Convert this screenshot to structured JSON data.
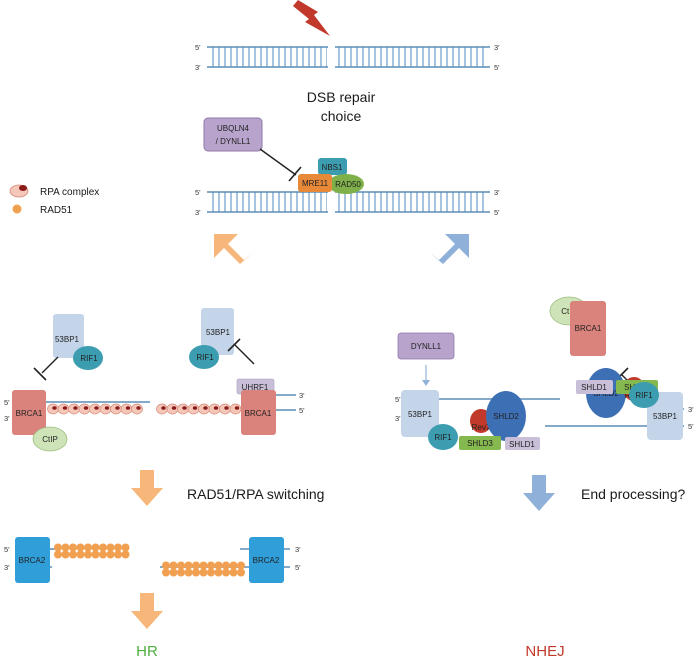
{
  "title": {
    "line1": "DSB repair",
    "line2": "choice"
  },
  "legend": {
    "rpa": "RPA complex",
    "rad51": "RAD51"
  },
  "proteins": {
    "ubqln4": "UBQLN4",
    "dynll1_slash": "/ DYNLL1",
    "nbs1": "NBS1",
    "mre11": "MRE11",
    "rad50": "RAD50",
    "bp53": "53BP1",
    "rif1": "RIF1",
    "brca1": "BRCA1",
    "ctip": "CtIP",
    "uhrf1": "UHRF1",
    "brca2": "BRCA2",
    "dynll1": "DYNLL1",
    "shld1": "SHLD1",
    "shld2": "SHLD2",
    "shld3": "SHLD3",
    "rev7": "Rev7"
  },
  "ends": {
    "p5": "5'",
    "p3": "3'"
  },
  "steps": {
    "hr_step": "RAD51/RPA switching",
    "nhej_step": "End processing?"
  },
  "outcomes": {
    "hr": "HR",
    "nhej": "NHEJ"
  },
  "colors": {
    "dna": "#5b8db8",
    "bolt": "#c0392b",
    "hr_arrow": "#f7b77a",
    "nhej_arrow": "#8fb1d9",
    "bp53": "#c4d5ea",
    "rif1": "#3d9db0",
    "brca1": "#d9837c",
    "ctip": "#cfe3b8",
    "uhrf1": "#c9bfd9",
    "brca2": "#2f9ed9",
    "rad51": "#f0a050",
    "dynll1": "#b8a3cc",
    "shld2": "#3d6fb5",
    "shld3": "#85b84f",
    "rev7": "#c0392b",
    "hr_text": "#4caf3d",
    "nhej_text": "#c0392b"
  }
}
